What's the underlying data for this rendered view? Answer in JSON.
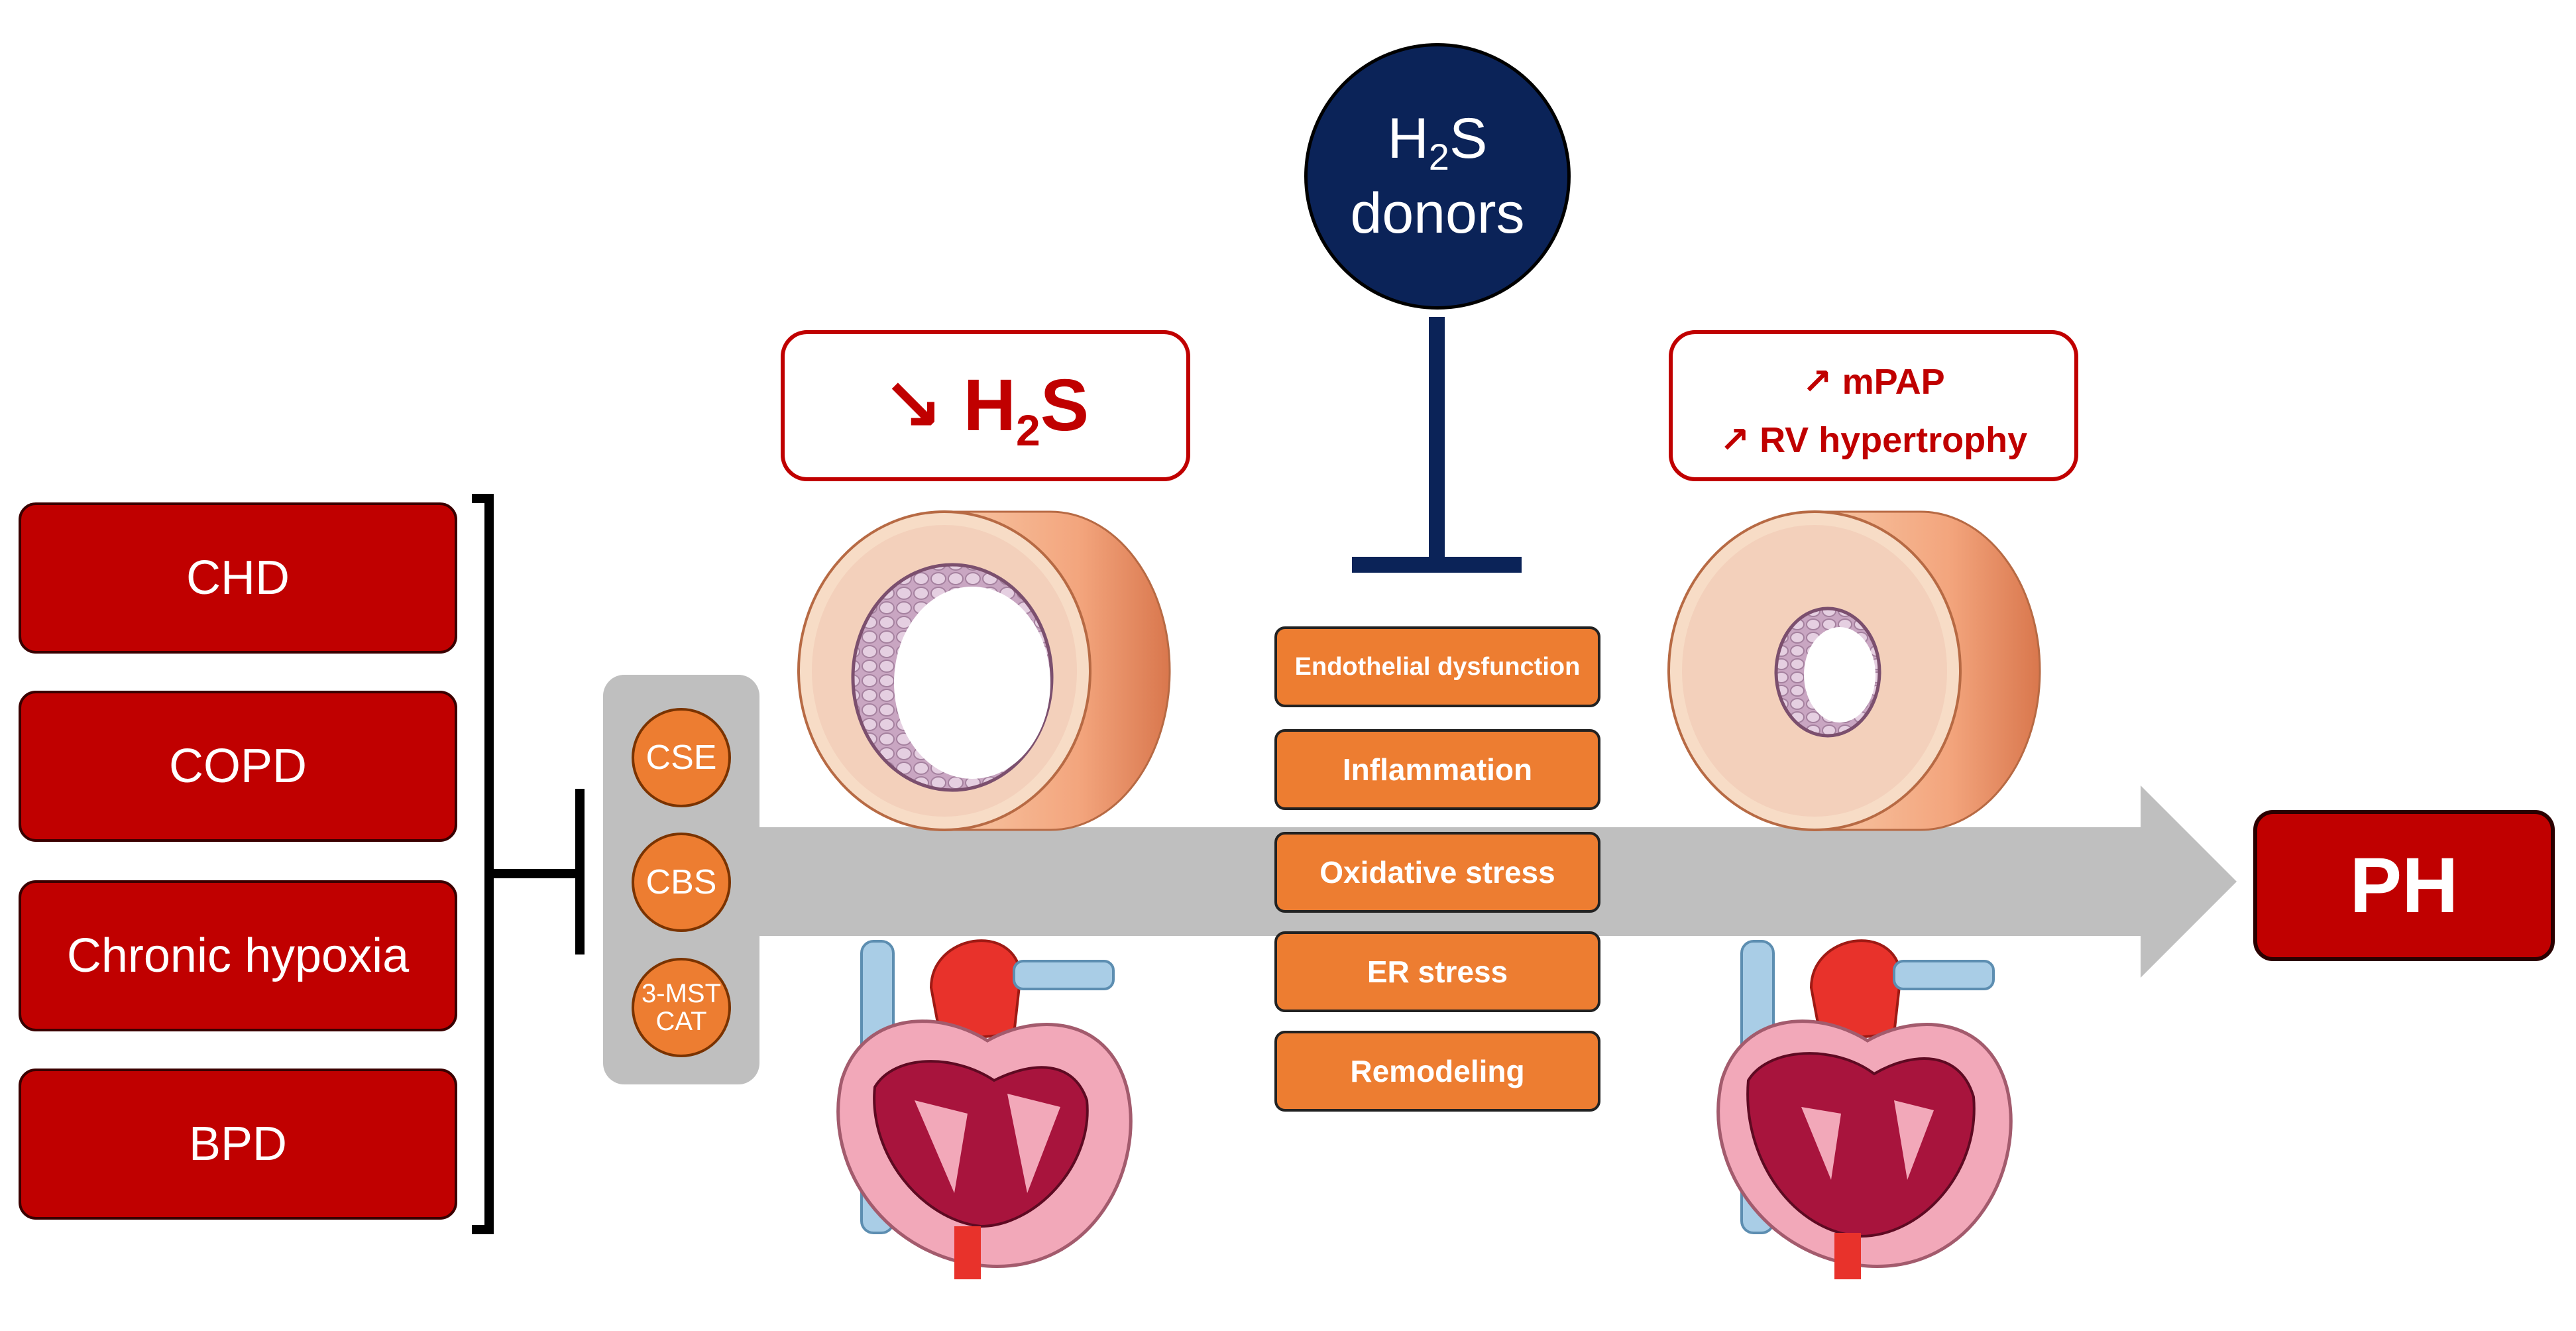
{
  "conditions": [
    "CHD",
    "COPD",
    "Chronic hypoxia",
    "BPD"
  ],
  "enzymes": [
    "CSE",
    "CBS",
    "3-MST\nCAT"
  ],
  "donor": {
    "line1": "H",
    "sub": "2",
    "line1_end": "S",
    "line2": "donors"
  },
  "h2s_box": {
    "arrow": "↘",
    "text_h": "H",
    "sub": "2",
    "text_s": "S"
  },
  "mechanisms": [
    "Endothelial dysfunction",
    "Inflammation",
    "Oxidative stress",
    "ER stress",
    "Remodeling"
  ],
  "outcome_box": {
    "line1": "↗ mPAP",
    "line2": "↗ RV hypertrophy"
  },
  "result": "PH",
  "colors": {
    "dark_red": "#c00000",
    "orange": "#ed7d31",
    "navy": "#0b2358",
    "gray": "#bfbfbf"
  }
}
